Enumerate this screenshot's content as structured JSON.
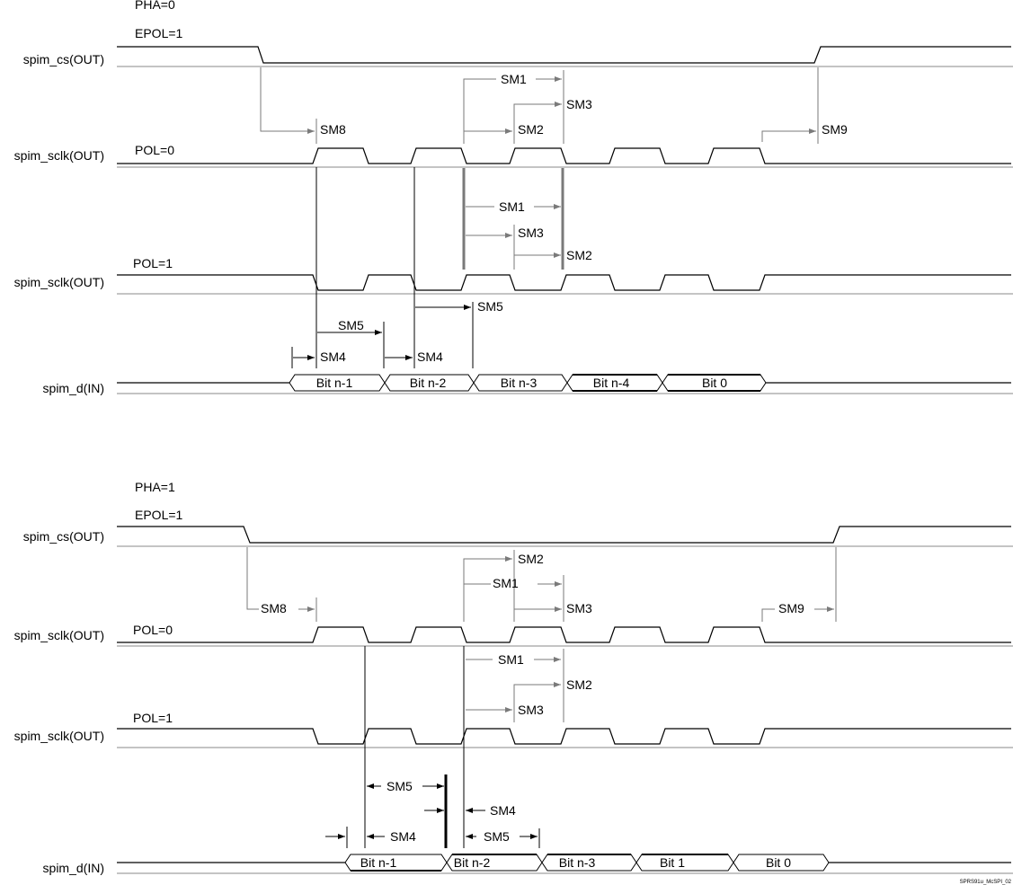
{
  "figure_id": "SPRS91u_McSPI_02",
  "diagrams": [
    {
      "pha": "PHA=0",
      "epol": "EPOL=1",
      "signals": {
        "cs": "spim_cs(OUT)",
        "sclk_pol0": "spim_sclk(OUT)",
        "sclk_pol1": "spim_sclk(OUT)",
        "din": "spim_d(IN)"
      },
      "pol0": "POL=0",
      "pol1": "POL=1",
      "bits": [
        "Bit n-1",
        "Bit n-2",
        "Bit n-3",
        "Bit n-4",
        "Bit 0"
      ],
      "timing_labels": {
        "sm1_a": "SM1",
        "sm3_a": "SM3",
        "sm8": "SM8",
        "sm2_a": "SM2",
        "sm9": "SM9",
        "sm1_b": "SM1",
        "sm3_b": "SM3",
        "sm2_b": "SM2",
        "sm5_a": "SM5",
        "sm5_b": "SM5",
        "sm4_a": "SM4",
        "sm4_b": "SM4"
      }
    },
    {
      "pha": "PHA=1",
      "epol": "EPOL=1",
      "signals": {
        "cs": "spim_cs(OUT)",
        "sclk_pol0": "spim_sclk(OUT)",
        "sclk_pol1": "spim_sclk(OUT)",
        "din": "spim_d(IN)"
      },
      "pol0": "POL=0",
      "pol1": "POL=1",
      "bits": [
        "Bit n-1",
        "Bit n-2",
        "Bit n-3",
        "Bit 1",
        "Bit 0"
      ],
      "timing_labels": {
        "sm2_a": "SM2",
        "sm1_a": "SM1",
        "sm8": "SM8",
        "sm3_a": "SM3",
        "sm9": "SM9",
        "sm1_b": "SM1",
        "sm2_b": "SM2",
        "sm3_b": "SM3",
        "sm5_a": "SM5",
        "sm4_a": "SM4",
        "sm4_b": "SM4",
        "sm5_b": "SM5"
      }
    }
  ]
}
